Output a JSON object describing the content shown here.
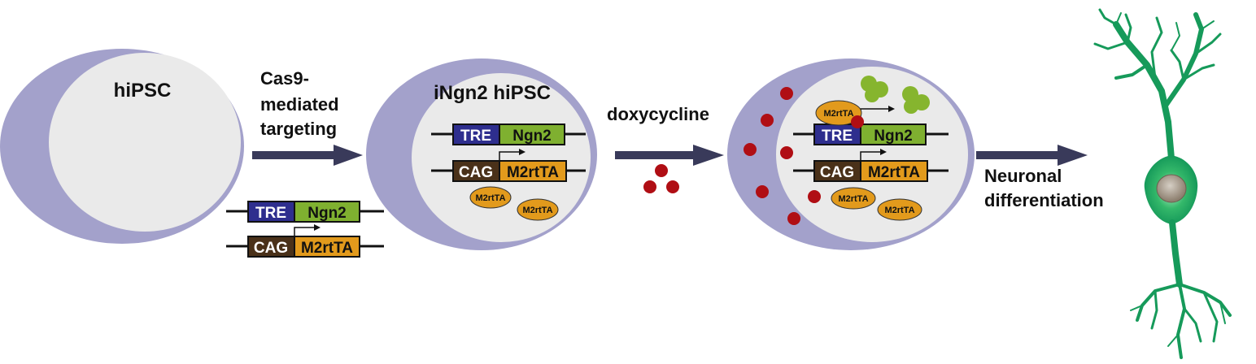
{
  "stages": {
    "hipsc": {
      "title": "hiPSC"
    },
    "ingn2": {
      "title": "iNgn2 hiPSC"
    }
  },
  "steps": {
    "targeting": {
      "lines": [
        "Cas9-",
        "mediated",
        "targeting"
      ]
    },
    "dox": {
      "label": "doxycycline"
    },
    "diff": {
      "lines": [
        "Neuronal",
        "differentiation"
      ]
    }
  },
  "constructs": {
    "tre": "TRE",
    "ngn2": "Ngn2",
    "cag": "CAG",
    "m2rtta": "M2rtTA"
  },
  "protein_label": "M2rtTA",
  "colors": {
    "cell_outer": "#a3a1cb",
    "cell_inner": "#eaeaea",
    "tre": "#2e2e8e",
    "ngn2": "#7fb030",
    "cag": "#4a3119",
    "m2rtta": "#e29a1c",
    "arrow": "#393a5a",
    "dox": "#b00e14",
    "ngn2_protein": "#86b52e",
    "neuron": "#169a5a",
    "nucleus": "#a89a8a"
  }
}
